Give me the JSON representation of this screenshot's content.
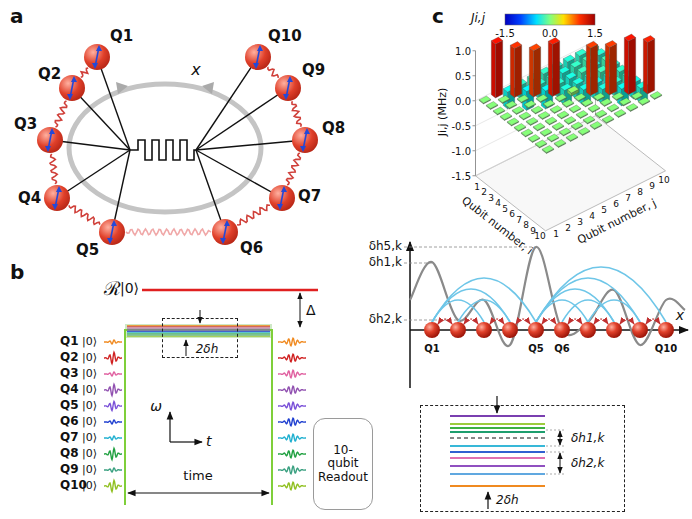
{
  "diagram": {
    "nodes": [
      {
        "text": [
          "Q1"
        ]
      },
      {
        "text": [
          "Q2"
        ]
      },
      {
        "text": [
          "Q3"
        ]
      },
      {
        "text": [
          "Q4"
        ]
      },
      {
        "text": [
          "Q5"
        ]
      },
      {
        "text": [
          "Q6"
        ]
      },
      {
        "text": [
          "Q7"
        ]
      },
      {
        "text": [
          "Q8"
        ]
      },
      {
        "text": [
          "Q9"
        ]
      },
      {
        "text": [
          "Q10"
        ]
      },
      {
        "text": [
          "2δh"
        ]
      },
      {
        "text": [
          "10-qubit Readout"
        ]
      },
      {
        "text": [
          "δh1,k",
          "δh2,k",
          "2δh"
        ]
      }
    ],
    "edges": [
      {
        "from": 0,
        "to": 1,
        "arrow": "none"
      },
      {
        "from": 1,
        "to": 2,
        "arrow": "none"
      },
      {
        "from": 2,
        "to": 3,
        "arrow": "none"
      },
      {
        "from": 3,
        "to": 4,
        "arrow": "none"
      },
      {
        "from": 4,
        "to": 5,
        "arrow": "none"
      },
      {
        "from": 5,
        "to": 6,
        "arrow": "none"
      },
      {
        "from": 6,
        "to": 7,
        "arrow": "none"
      },
      {
        "from": 7,
        "to": 8,
        "arrow": "none"
      },
      {
        "from": 8,
        "to": 9,
        "arrow": "none"
      }
    ],
    "labels": [
      "a",
      "x",
      "b",
      "ℛ",
      "|0⟩",
      "Δ",
      "Q1",
      "Q2",
      "Q3",
      "Q4",
      "Q5",
      "Q6",
      "Q7",
      "Q8",
      "Q9",
      "Q10",
      "|0⟩",
      "|0⟩",
      "|0⟩",
      "|0⟩",
      "|0⟩",
      "|0⟩",
      "|0⟩",
      "|0⟩",
      "|0⟩",
      "|0⟩",
      "ω",
      "t",
      "time",
      "c",
      "Ji,j",
      "-1.5",
      "0.0",
      "1.5",
      "1.0",
      "0.5",
      "0.0",
      "-0.5",
      "-1.0",
      "-1.5",
      "Ji,j (MHz)",
      "Qubit number, i",
      "1",
      "2",
      "3",
      "4",
      "5",
      "6",
      "7",
      "8",
      "9",
      "10",
      "Qubit number, j",
      "1",
      "2",
      "3",
      "4",
      "5",
      "6",
      "7",
      "8",
      "9",
      "10",
      "δh5,k",
      "δh1,k",
      "δh2,k",
      "x",
      "Q1",
      "Q5",
      "Q6",
      "Q10"
    ]
  }
}
